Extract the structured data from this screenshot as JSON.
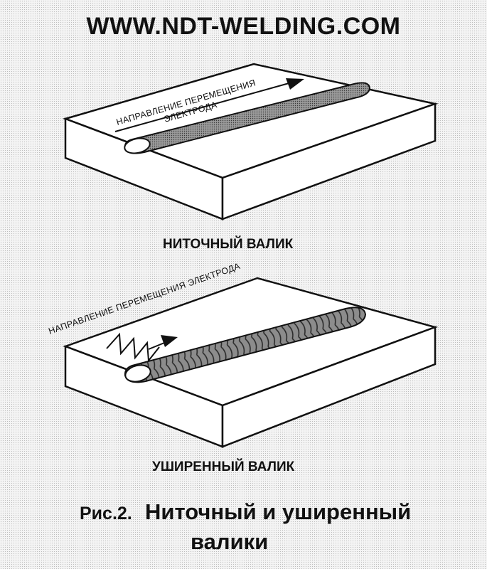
{
  "site_title": "WWW.NDT-WELDING.COM",
  "diagrams": [
    {
      "direction_label_line1": "НАПРАВЛЕНИЕ ПЕРЕМЕЩЕНИЯ",
      "direction_label_line2": "ЭЛЕКТРОДА",
      "caption": "НИТОЧНЫЙ ВАЛИК"
    },
    {
      "direction_label": "НАПРАВЛЕНИЕ ПЕРЕМЕЩЕНИЯ ЭЛЕКТРОДА",
      "caption": "УШИРЕННЫЙ ВАЛИК"
    }
  ],
  "figure_caption": {
    "number": "Рис.2.",
    "line1": "Ниточный и уширенный",
    "line2": "валики"
  }
}
